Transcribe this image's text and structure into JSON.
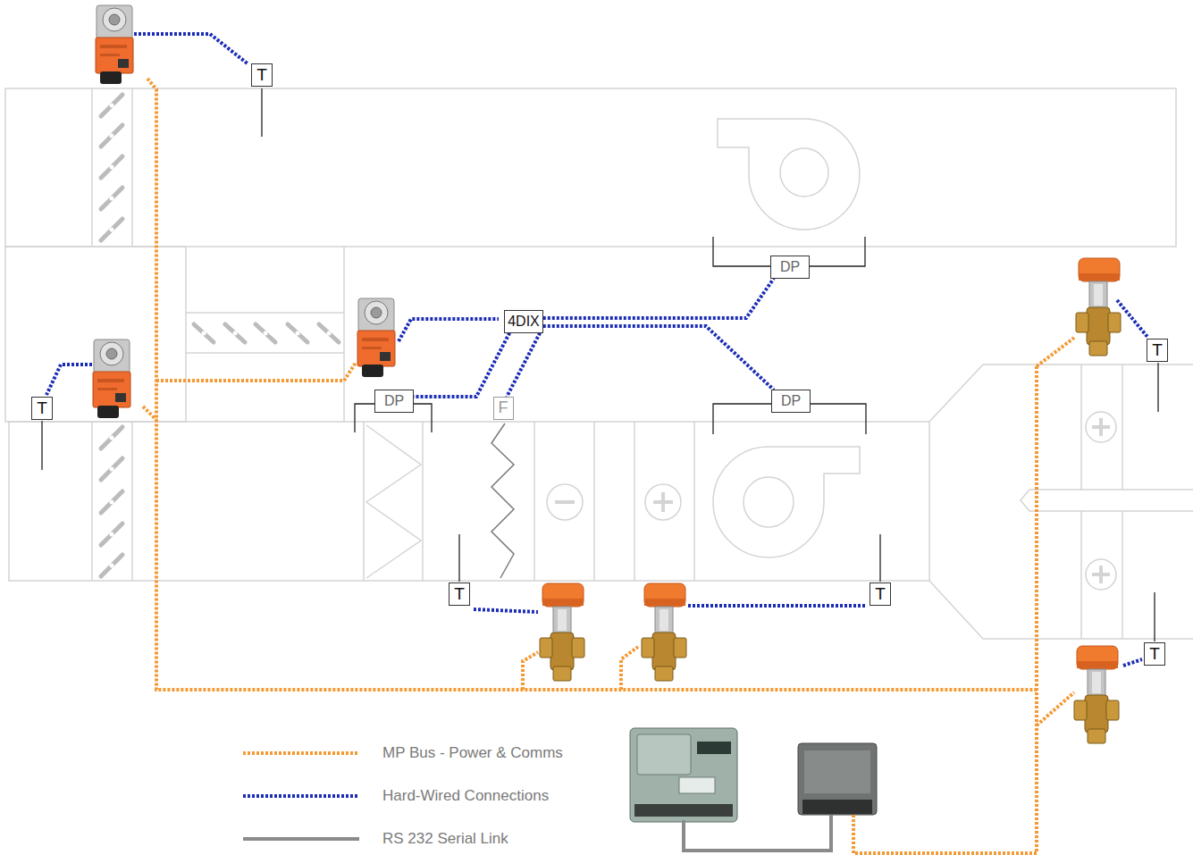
{
  "diagram": {
    "nodes": [
      {
        "text": [
          "T"
        ]
      },
      {
        "text": [
          "DP"
        ]
      },
      {
        "text": [
          "4DIX"
        ]
      },
      {
        "text": [
          "T"
        ]
      },
      {
        "text": [
          "T"
        ]
      },
      {
        "text": [
          "DP"
        ]
      },
      {
        "text": [
          "F"
        ]
      },
      {
        "text": [
          "DP"
        ]
      },
      {
        "text": [
          "T"
        ]
      },
      {
        "text": [
          "T"
        ]
      },
      {
        "text": [
          "T"
        ]
      }
    ],
    "edges": [
      {
        "from": 2,
        "to": 1,
        "arrow": "none"
      },
      {
        "from": 2,
        "to": 5,
        "arrow": "none"
      },
      {
        "from": 2,
        "to": 6,
        "arrow": "none"
      },
      {
        "from": 2,
        "to": 7,
        "arrow": "none"
      }
    ],
    "legend": [
      {
        "text": "MP Bus - Power & Comms"
      },
      {
        "text": "Hard-Wired Connections"
      },
      {
        "text": "RS 232 Serial Link"
      }
    ]
  }
}
